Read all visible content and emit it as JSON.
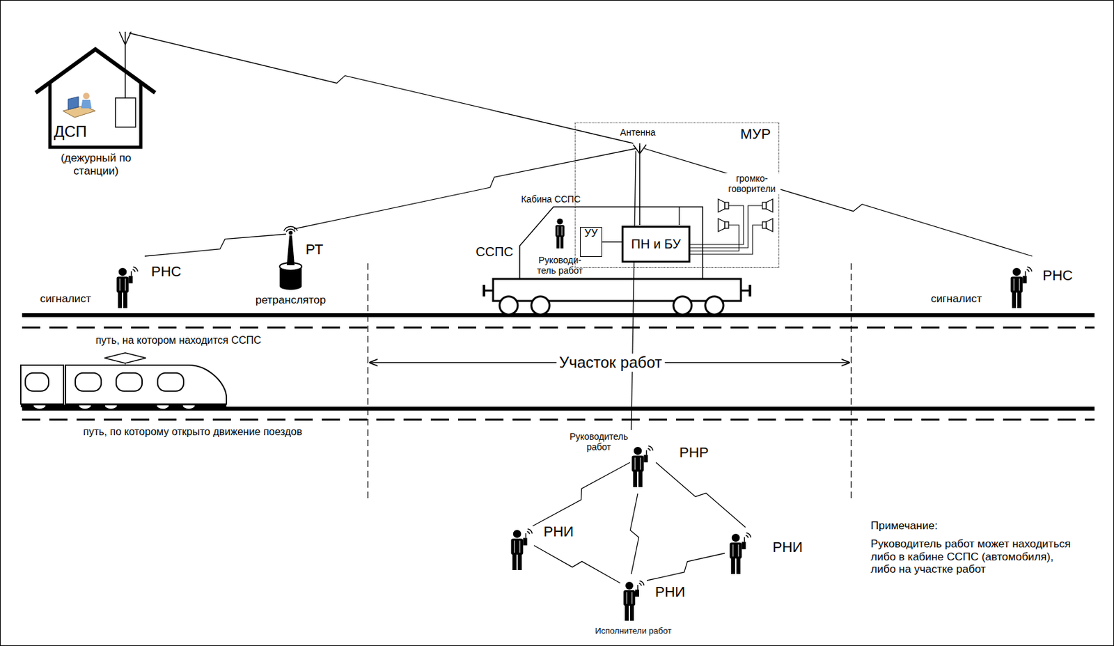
{
  "diagram": {
    "nodes": [
      {
        "text": [
          "ДСП",
          "(дежурный по станции)"
        ]
      },
      {
        "text": [
          "МУР"
        ]
      },
      {
        "text": [
          "УУ"
        ],
        "in": 1
      },
      {
        "text": [
          "ПН и БУ"
        ],
        "in": 1
      }
    ],
    "edges": [
      {
        "from": 2,
        "to": 3,
        "arrow": "none"
      }
    ],
    "labels": [
      "Антенна",
      "громко- говорители",
      "Кабина ССПС",
      "ССПС",
      "Руководи- тель работ",
      "РТ",
      "ретранслятор",
      "РНС",
      "сигналист",
      "РНС",
      "сигналист",
      "путь, на котором находится ССПС",
      "Участок работ",
      "путь, по которому открыто движение поездов",
      "Руководитель работ",
      "РНР",
      "РНИ",
      "РНИ",
      "РНИ",
      "Исполнители работ",
      "Примечание:",
      "Руководитель работ может находиться либо в кабине ССПС (автомобиля), либо на участке работ"
    ]
  }
}
